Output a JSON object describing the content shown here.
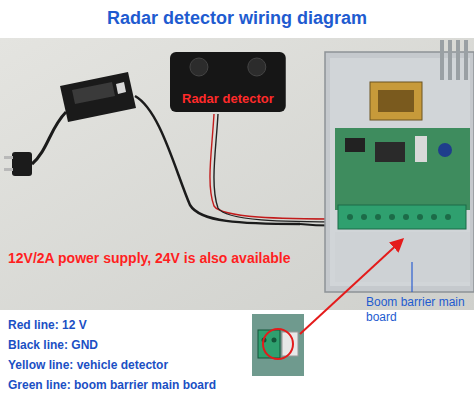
{
  "diagram": {
    "title": "Radar detector wiring diagram",
    "nodes": [
      {
        "text": [
          "Radar detector"
        ]
      }
    ],
    "labels": [
      "12V/2A power supply, 24V is also available",
      "Boom barrier main board",
      "Red line: 12 V",
      "Black line: GND",
      "Yellow line: vehicle detector",
      "Green line: boom barrier main board"
    ]
  }
}
